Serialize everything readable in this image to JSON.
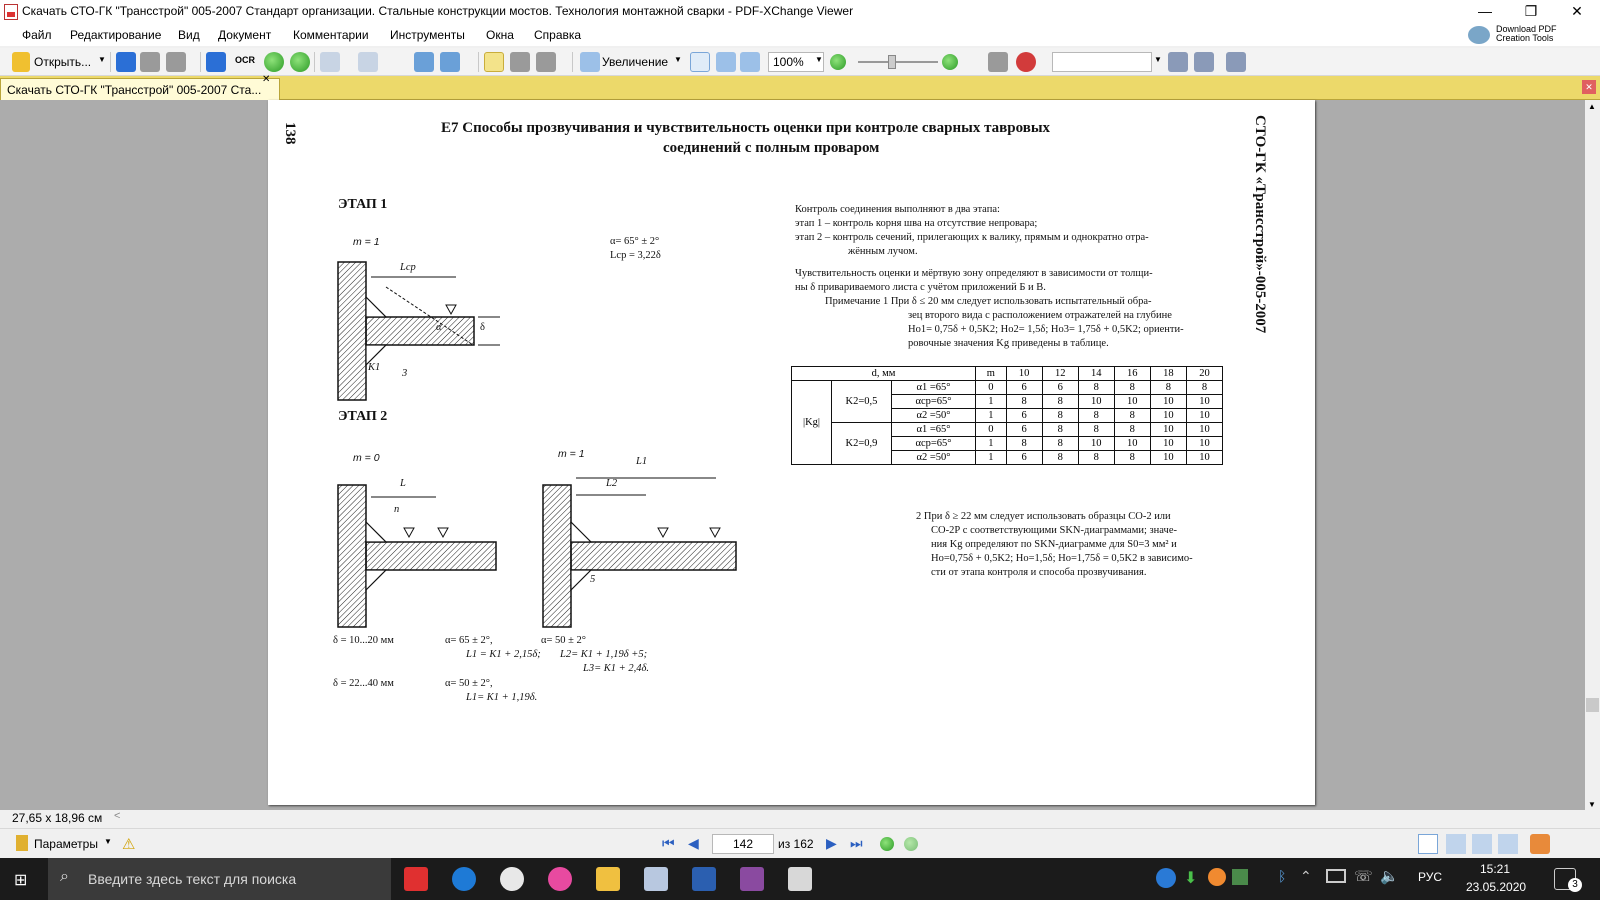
{
  "window": {
    "title": "Скачать СТО-ГК \"Трансстрой\" 005-2007 Стандарт организации. Стальные конструкции мостов. Технология монтажной сварки - PDF-XChange Viewer",
    "minimize": "—",
    "restore": "❐",
    "close": "✕"
  },
  "menu": {
    "items": [
      "Файл",
      "Редактирование",
      "Вид",
      "Документ",
      "Комментарии",
      "Инструменты",
      "Окна",
      "Справка"
    ],
    "promo_line1": "Download PDF",
    "promo_line2": "Creation Tools"
  },
  "toolbar": {
    "open_label": "Открыть...",
    "ocr_label": "OCR",
    "zoom_label": "Увеличение",
    "zoom_value": "100%",
    "search_value": ""
  },
  "tab": {
    "label": "Скачать СТО-ГК \"Трансстрой\" 005-2007 Ста...",
    "close": "✕"
  },
  "page": {
    "page_number": "138",
    "title_line1": "Е7 Способы прозвучивания и чувствительность оценки при контроле сварных  тавровых",
    "title_line2": "соединений с полным проваром",
    "side_title": "СТО-ГК «Трансстрой»-005-2007",
    "stage1": "ЭТАП  1",
    "stage2": "ЭТАП  2",
    "m1": "m = 1",
    "m0": "m = 0",
    "m1b": "m = 1",
    "alpha1": "α= 65° ± 2°",
    "lcp": "Lср = 3,22δ",
    "lbl_lcp": "Lср",
    "lbl_l": "L",
    "lbl_l1": "L1",
    "lbl_l2": "L2",
    "lbl_k": "K1",
    "lbl_3": "3",
    "lbl_n": "n",
    "lbl_5": "5",
    "lbl_delta": "δ",
    "lbl_alpha": "α",
    "f1a": "δ = 10...20 мм",
    "f1b": "α= 65 ± 2°,",
    "f1c": "α= 50 ± 2°",
    "f1d": "L1 = K1 + 2,15δ;",
    "f1e": "L2= K1 + 1,19δ +5;",
    "f1f": "L3= K1 + 2,4δ.",
    "f2a": "δ = 22...40 мм",
    "f2b": "α= 50 ± 2°,",
    "f2c": "L1= K1 + 1,19δ.",
    "r1": "Контроль соединения выполняют в два этапа:",
    "r2": "этап 1 – контроль корня шва на отсутствие непровара;",
    "r3": "этап 2 – контроль сечений, прилегающих к валику, прямым и однократно отра-",
    "r4": "жённым лучом.",
    "r5": "Чувствительность оценки  и мёртвую зону определяют в зависимости от толщи-",
    "r6": "ны δ привариваемого листа с учётом приложений Б и В.",
    "r7": "Примечание  1  При δ ≤ 20 мм следует использовать испытательный обра-",
    "r8": "зец второго вида с расположением отражателей на глубине",
    "r9": "Hо1= 0,75δ + 0,5K2; Hо2= 1,5δ; Hо3= 1,75δ + 0,5K2; ориенти-",
    "r10": "ровочные значения Kg приведены в таблице.",
    "n1": "2  При δ ≥ 22 мм следует использовать образцы СО-2 или",
    "n2": "СО-2Р с соответствующими SKN-диаграммами; значе-",
    "n3": "ния Kg определяют по SKN-диаграмме для S0=3 мм² и",
    "n4": "Hо=0,75δ + 0,5K2; Hо=1,5δ; Hо=1,75δ = 0,5K2 в зависимо-",
    "n5": "сти от этапа контроля и способа прозвучивания."
  },
  "table": {
    "h_d": "d, мм",
    "h_m": "m",
    "h_cols": [
      "10",
      "12",
      "14",
      "16",
      "18",
      "20"
    ],
    "rowlabel": "|Kg|",
    "k1": "K2=0,5",
    "k2": "K2=0,9",
    "alphas": [
      "α1 =65°",
      "αср=65°",
      "α2 =50°",
      "α1 =65°",
      "αср=65°",
      "α2 =50°"
    ],
    "rows": [
      [
        "0",
        "6",
        "6",
        "8",
        "8",
        "8",
        "8"
      ],
      [
        "1",
        "8",
        "8",
        "10",
        "10",
        "10",
        "10"
      ],
      [
        "1",
        "6",
        "8",
        "8",
        "8",
        "10",
        "10"
      ],
      [
        "0",
        "6",
        "8",
        "8",
        "8",
        "10",
        "10"
      ],
      [
        "1",
        "8",
        "8",
        "10",
        "10",
        "10",
        "10"
      ],
      [
        "1",
        "6",
        "8",
        "8",
        "8",
        "10",
        "10"
      ]
    ]
  },
  "status": {
    "page_size": "27,65 x 18,96 см",
    "params": "Параметры",
    "page_current": "142",
    "page_total": "из 162"
  },
  "taskbar": {
    "search_placeholder": "Введите здесь текст для поиска",
    "lang": "РУС",
    "time": "15:21",
    "date": "23.05.2020",
    "notif": "3"
  }
}
